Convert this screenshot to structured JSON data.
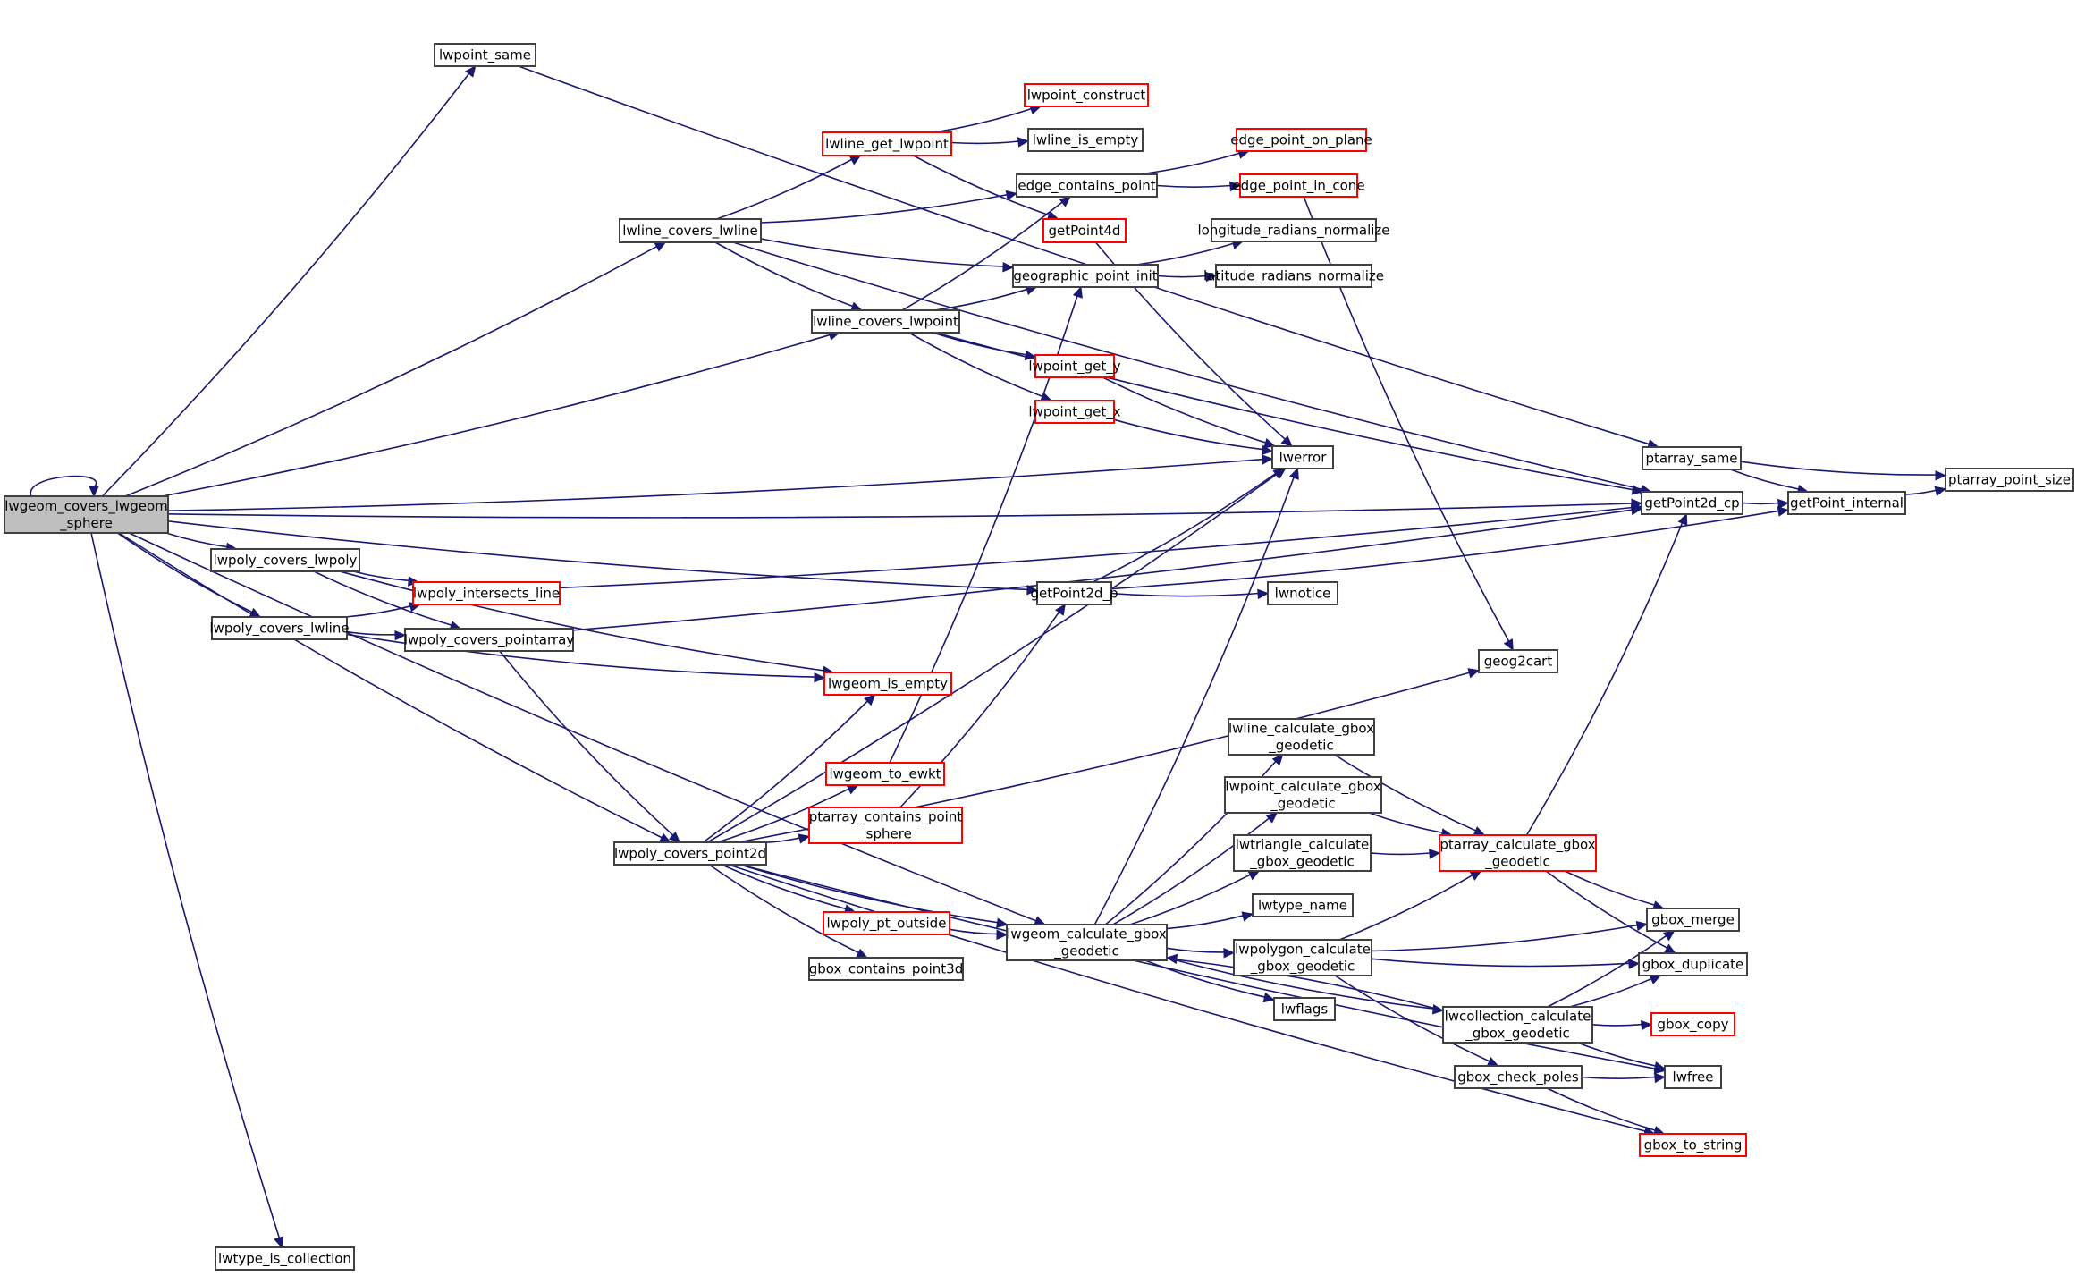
{
  "diagram": {
    "type": "call-graph",
    "title": "lwgeom_covers_lwgeom_sphere call graph",
    "colors": {
      "edge": "#191970",
      "node_border": "#404040",
      "node_border_truncated": "#ff0000",
      "node_fill": "#ffffff",
      "root_fill": "#bfbfbf"
    },
    "nodes": [
      {
        "id": "root",
        "label": [
          "lwgeom_covers_lwgeom",
          "_sphere"
        ],
        "root": true
      },
      {
        "id": "lwpoint_same",
        "label": [
          "lwpoint_same"
        ]
      },
      {
        "id": "lwline_covers_lwline",
        "label": [
          "lwline_covers_lwline"
        ]
      },
      {
        "id": "lwline_covers_lwpoint",
        "label": [
          "lwline_covers_lwpoint"
        ]
      },
      {
        "id": "lwline_get_lwpoint",
        "label": [
          "lwline_get_lwpoint"
        ],
        "truncated": true
      },
      {
        "id": "lwpoint_construct",
        "label": [
          "lwpoint_construct"
        ],
        "truncated": true
      },
      {
        "id": "lwline_is_empty",
        "label": [
          "lwline_is_empty"
        ]
      },
      {
        "id": "edge_contains_point",
        "label": [
          "edge_contains_point"
        ]
      },
      {
        "id": "edge_point_on_plane",
        "label": [
          "edge_point_on_plane"
        ],
        "truncated": true
      },
      {
        "id": "edge_point_in_cone",
        "label": [
          "edge_point_in_cone"
        ],
        "truncated": true
      },
      {
        "id": "getPoint4d",
        "label": [
          "getPoint4d"
        ],
        "truncated": true
      },
      {
        "id": "longitude_radians_normalize",
        "label": [
          "longitude_radians_normalize"
        ]
      },
      {
        "id": "latitude_radians_normalize",
        "label": [
          "latitude_radians_normalize"
        ]
      },
      {
        "id": "geographic_point_init",
        "label": [
          "geographic_point_init"
        ]
      },
      {
        "id": "lwpoint_get_y",
        "label": [
          "lwpoint_get_y"
        ],
        "truncated": true
      },
      {
        "id": "lwpoint_get_x",
        "label": [
          "lwpoint_get_x"
        ],
        "truncated": true
      },
      {
        "id": "lwerror",
        "label": [
          "lwerror"
        ]
      },
      {
        "id": "ptarray_same",
        "label": [
          "ptarray_same"
        ]
      },
      {
        "id": "ptarray_point_size",
        "label": [
          "ptarray_point_size"
        ]
      },
      {
        "id": "getPoint2d_cp",
        "label": [
          "getPoint2d_cp"
        ]
      },
      {
        "id": "getPoint_internal",
        "label": [
          "getPoint_internal"
        ]
      },
      {
        "id": "lwpoly_covers_lwpoly",
        "label": [
          "lwpoly_covers_lwpoly"
        ]
      },
      {
        "id": "lwpoly_intersects_line",
        "label": [
          "lwpoly_intersects_line"
        ],
        "truncated": true
      },
      {
        "id": "lwpoly_covers_lwline",
        "label": [
          "lwpoly_covers_lwline"
        ]
      },
      {
        "id": "lwpoly_covers_pointarray",
        "label": [
          "lwpoly_covers_pointarray"
        ]
      },
      {
        "id": "getPoint2d_p",
        "label": [
          "getPoint2d_p"
        ]
      },
      {
        "id": "lwnotice",
        "label": [
          "lwnotice"
        ]
      },
      {
        "id": "lwgeom_is_empty",
        "label": [
          "lwgeom_is_empty"
        ],
        "truncated": true
      },
      {
        "id": "geog2cart",
        "label": [
          "geog2cart"
        ]
      },
      {
        "id": "lwgeom_to_ewkt",
        "label": [
          "lwgeom_to_ewkt"
        ],
        "truncated": true
      },
      {
        "id": "ptarray_contains_point_sphere",
        "label": [
          "ptarray_contains_point",
          "_sphere"
        ],
        "truncated": true
      },
      {
        "id": "lwpoly_covers_point2d",
        "label": [
          "lwpoly_covers_point2d"
        ]
      },
      {
        "id": "lwline_calculate_gbox_geodetic",
        "label": [
          "lwline_calculate_gbox",
          "_geodetic"
        ]
      },
      {
        "id": "lwpoint_calculate_gbox_geodetic",
        "label": [
          "lwpoint_calculate_gbox",
          "_geodetic"
        ]
      },
      {
        "id": "lwtriangle_calculate_gbox_geodetic",
        "label": [
          "lwtriangle_calculate",
          "_gbox_geodetic"
        ]
      },
      {
        "id": "ptarray_calculate_gbox_geodetic",
        "label": [
          "ptarray_calculate_gbox",
          "_geodetic"
        ],
        "truncated": true
      },
      {
        "id": "lwtype_name",
        "label": [
          "lwtype_name"
        ]
      },
      {
        "id": "lwpoly_pt_outside",
        "label": [
          "lwpoly_pt_outside"
        ],
        "truncated": true
      },
      {
        "id": "lwgeom_calculate_gbox_geodetic",
        "label": [
          "lwgeom_calculate_gbox",
          "_geodetic"
        ]
      },
      {
        "id": "lwpolygon_calculate_gbox_geodetic",
        "label": [
          "lwpolygon_calculate",
          "_gbox_geodetic"
        ]
      },
      {
        "id": "gbox_merge",
        "label": [
          "gbox_merge"
        ]
      },
      {
        "id": "gbox_contains_point3d",
        "label": [
          "gbox_contains_point3d"
        ]
      },
      {
        "id": "gbox_duplicate",
        "label": [
          "gbox_duplicate"
        ]
      },
      {
        "id": "lwflags",
        "label": [
          "lwflags"
        ]
      },
      {
        "id": "lwcollection_calculate_gbox_geodetic",
        "label": [
          "lwcollection_calculate",
          "_gbox_geodetic"
        ]
      },
      {
        "id": "gbox_copy",
        "label": [
          "gbox_copy"
        ],
        "truncated": true
      },
      {
        "id": "gbox_check_poles",
        "label": [
          "gbox_check_poles"
        ]
      },
      {
        "id": "lwfree",
        "label": [
          "lwfree"
        ]
      },
      {
        "id": "gbox_to_string",
        "label": [
          "gbox_to_string"
        ],
        "truncated": true
      },
      {
        "id": "lwtype_is_collection",
        "label": [
          "lwtype_is_collection"
        ]
      }
    ],
    "edges": [
      [
        "root",
        "root"
      ],
      [
        "root",
        "lwpoint_same"
      ],
      [
        "root",
        "lwline_covers_lwline"
      ],
      [
        "root",
        "lwline_covers_lwpoint"
      ],
      [
        "root",
        "lwerror"
      ],
      [
        "root",
        "getPoint2d_cp"
      ],
      [
        "root",
        "getPoint2d_p"
      ],
      [
        "root",
        "lwpoly_covers_lwpoly"
      ],
      [
        "root",
        "lwpoly_covers_lwline"
      ],
      [
        "root",
        "lwpoly_covers_point2d"
      ],
      [
        "root",
        "lwgeom_calculate_gbox_geodetic"
      ],
      [
        "root",
        "lwtype_is_collection"
      ],
      [
        "lwpoint_same",
        "ptarray_same"
      ],
      [
        "lwline_covers_lwline",
        "getPoint2d_cp"
      ],
      [
        "lwline_covers_lwline",
        "lwline_get_lwpoint"
      ],
      [
        "lwline_covers_lwline",
        "edge_contains_point"
      ],
      [
        "lwline_covers_lwline",
        "geographic_point_init"
      ],
      [
        "lwline_covers_lwline",
        "lwline_covers_lwpoint"
      ],
      [
        "lwline_get_lwpoint",
        "lwpoint_construct"
      ],
      [
        "lwline_get_lwpoint",
        "lwline_is_empty"
      ],
      [
        "lwline_get_lwpoint",
        "getPoint4d"
      ],
      [
        "edge_contains_point",
        "edge_point_on_plane"
      ],
      [
        "edge_contains_point",
        "edge_point_in_cone"
      ],
      [
        "edge_point_in_cone",
        "geog2cart"
      ],
      [
        "getPoint4d",
        "lwerror"
      ],
      [
        "geographic_point_init",
        "longitude_radians_normalize"
      ],
      [
        "geographic_point_init",
        "latitude_radians_normalize"
      ],
      [
        "lwline_covers_lwpoint",
        "edge_contains_point"
      ],
      [
        "lwline_covers_lwpoint",
        "geographic_point_init"
      ],
      [
        "lwline_covers_lwpoint",
        "lwpoint_get_y"
      ],
      [
        "lwline_covers_lwpoint",
        "lwpoint_get_x"
      ],
      [
        "lwline_covers_lwpoint",
        "getPoint2d_cp"
      ],
      [
        "lwpoint_get_y",
        "lwerror"
      ],
      [
        "lwpoint_get_x",
        "lwerror"
      ],
      [
        "ptarray_same",
        "getPoint_internal"
      ],
      [
        "ptarray_same",
        "ptarray_point_size"
      ],
      [
        "getPoint2d_cp",
        "getPoint_internal"
      ],
      [
        "getPoint_internal",
        "ptarray_point_size"
      ],
      [
        "lwpoly_covers_lwpoly",
        "lwpoly_intersects_line"
      ],
      [
        "lwpoly_covers_lwpoly",
        "lwpoly_covers_pointarray"
      ],
      [
        "lwpoly_covers_lwpoly",
        "lwgeom_is_empty"
      ],
      [
        "lwpoly_covers_lwline",
        "lwpoly_intersects_line"
      ],
      [
        "lwpoly_covers_lwline",
        "lwpoly_covers_pointarray"
      ],
      [
        "lwpoly_covers_lwline",
        "lwgeom_is_empty"
      ],
      [
        "lwpoly_intersects_line",
        "getPoint2d_cp"
      ],
      [
        "lwpoly_covers_pointarray",
        "getPoint2d_cp"
      ],
      [
        "lwpoly_covers_pointarray",
        "lwpoly_covers_point2d"
      ],
      [
        "getPoint2d_p",
        "lwerror"
      ],
      [
        "getPoint2d_p",
        "getPoint_internal"
      ],
      [
        "getPoint2d_p",
        "lwnotice"
      ],
      [
        "lwpoly_covers_point2d",
        "lwgeom_is_empty"
      ],
      [
        "lwpoly_covers_point2d",
        "lwerror"
      ],
      [
        "lwpoly_covers_point2d",
        "lwgeom_to_ewkt"
      ],
      [
        "lwpoly_covers_point2d",
        "ptarray_contains_point_sphere"
      ],
      [
        "lwpoly_covers_point2d",
        "geog2cart"
      ],
      [
        "lwpoly_covers_point2d",
        "lwpoly_pt_outside"
      ],
      [
        "lwpoly_covers_point2d",
        "gbox_contains_point3d"
      ],
      [
        "lwpoly_covers_point2d",
        "lwgeom_calculate_gbox_geodetic"
      ],
      [
        "lwpoly_covers_point2d",
        "lwfree"
      ],
      [
        "lwpoly_covers_point2d",
        "gbox_to_string"
      ],
      [
        "lwgeom_to_ewkt",
        "geographic_point_init"
      ],
      [
        "ptarray_contains_point_sphere",
        "getPoint2d_p"
      ],
      [
        "lwpoly_pt_outside",
        "lwgeom_calculate_gbox_geodetic"
      ],
      [
        "lwgeom_calculate_gbox_geodetic",
        "lwerror"
      ],
      [
        "lwgeom_calculate_gbox_geodetic",
        "lwline_calculate_gbox_geodetic"
      ],
      [
        "lwgeom_calculate_gbox_geodetic",
        "lwpoint_calculate_gbox_geodetic"
      ],
      [
        "lwgeom_calculate_gbox_geodetic",
        "lwtriangle_calculate_gbox_geodetic"
      ],
      [
        "lwgeom_calculate_gbox_geodetic",
        "lwtype_name"
      ],
      [
        "lwgeom_calculate_gbox_geodetic",
        "lwpolygon_calculate_gbox_geodetic"
      ],
      [
        "lwgeom_calculate_gbox_geodetic",
        "lwflags"
      ],
      [
        "lwgeom_calculate_gbox_geodetic",
        "lwcollection_calculate_gbox_geodetic"
      ],
      [
        "lwline_calculate_gbox_geodetic",
        "ptarray_calculate_gbox_geodetic"
      ],
      [
        "lwpoint_calculate_gbox_geodetic",
        "ptarray_calculate_gbox_geodetic"
      ],
      [
        "lwtriangle_calculate_gbox_geodetic",
        "ptarray_calculate_gbox_geodetic"
      ],
      [
        "lwpolygon_calculate_gbox_geodetic",
        "ptarray_calculate_gbox_geodetic"
      ],
      [
        "lwpolygon_calculate_gbox_geodetic",
        "gbox_merge"
      ],
      [
        "lwpolygon_calculate_gbox_geodetic",
        "gbox_duplicate"
      ],
      [
        "lwpolygon_calculate_gbox_geodetic",
        "gbox_check_poles"
      ],
      [
        "ptarray_calculate_gbox_geodetic",
        "getPoint2d_cp"
      ],
      [
        "ptarray_calculate_gbox_geodetic",
        "gbox_merge"
      ],
      [
        "ptarray_calculate_gbox_geodetic",
        "gbox_duplicate"
      ],
      [
        "lwcollection_calculate_gbox_geodetic",
        "lwgeom_calculate_gbox_geodetic"
      ],
      [
        "lwcollection_calculate_gbox_geodetic",
        "gbox_merge"
      ],
      [
        "lwcollection_calculate_gbox_geodetic",
        "gbox_duplicate"
      ],
      [
        "lwcollection_calculate_gbox_geodetic",
        "gbox_copy"
      ],
      [
        "lwcollection_calculate_gbox_geodetic",
        "lwfree"
      ],
      [
        "gbox_check_poles",
        "lwfree"
      ],
      [
        "gbox_check_poles",
        "gbox_to_string"
      ]
    ]
  }
}
